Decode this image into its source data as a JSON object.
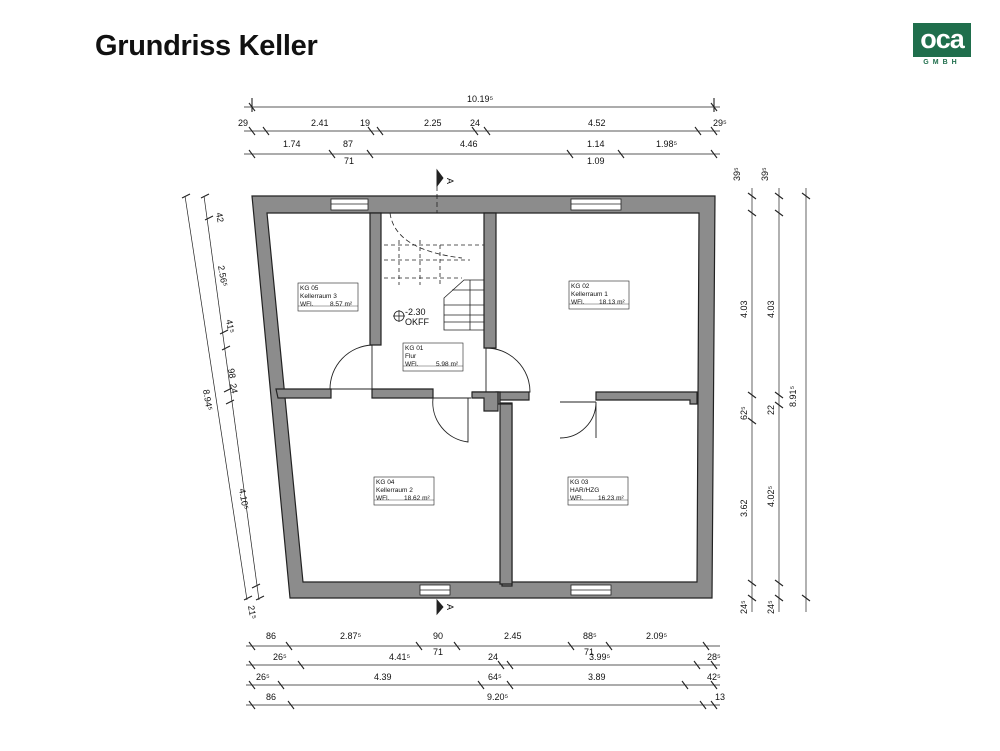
{
  "title": "Grundriss Keller",
  "logo": {
    "text": "oca",
    "subtext": "GMBH"
  },
  "rooms": [
    {
      "id": "KG 05",
      "name": "Kellerraum 3",
      "area_label": "WFl.",
      "area": "8.57 m²"
    },
    {
      "id": "KG 02",
      "name": "Kellerraum 1",
      "area_label": "WFl.",
      "area": "18.13 m²"
    },
    {
      "id": "KG 01",
      "name": "Flur",
      "area_label": "WFl.",
      "area": "5.98 m²"
    },
    {
      "id": "KG 04",
      "name": "Kellerraum 2",
      "area_label": "WFl.",
      "area": "18.62 m²"
    },
    {
      "id": "KG 03",
      "name": "HAR/HZG",
      "area_label": "WFl.",
      "area": "16.23 m²"
    }
  ],
  "section_marker": "A",
  "level": {
    "value": "-2.30",
    "label": "OKFF"
  },
  "dims": {
    "top_total": "10.19⁵",
    "top_row2": [
      "29",
      "2.41",
      "19",
      "2.25",
      "24",
      "4.52",
      "29⁵"
    ],
    "top_row3": [
      "1.74",
      "87",
      "4.46",
      "1.14",
      "1.98⁵"
    ],
    "top_row3_sub": [
      "71",
      "1.09"
    ],
    "left_a": [
      "42",
      "2.56⁵",
      "41⁵",
      "98",
      "24",
      "4.10⁵",
      "21⁵"
    ],
    "left_total": "8.94⁵",
    "right_a": [
      "39⁵",
      "4.03",
      "62⁵",
      "3.62",
      "24⁵"
    ],
    "right_b": [
      "39⁵",
      "4.03",
      "22",
      "4.02⁵",
      "24⁵"
    ],
    "right_total": "8.91⁵",
    "bottom_row1": [
      "86",
      "2.87⁵",
      "90",
      "2.45",
      "88⁵",
      "2.09⁵"
    ],
    "bottom_row1_sub": [
      "71",
      "71"
    ],
    "bottom_row2": [
      "26⁵",
      "4.41⁵",
      "24",
      "3.99⁵",
      "28⁵"
    ],
    "bottom_row3": [
      "26⁵",
      "4.39",
      "64⁵",
      "3.89",
      "42⁵"
    ],
    "bottom_row4": [
      "86",
      "9.20⁵",
      "13"
    ]
  }
}
